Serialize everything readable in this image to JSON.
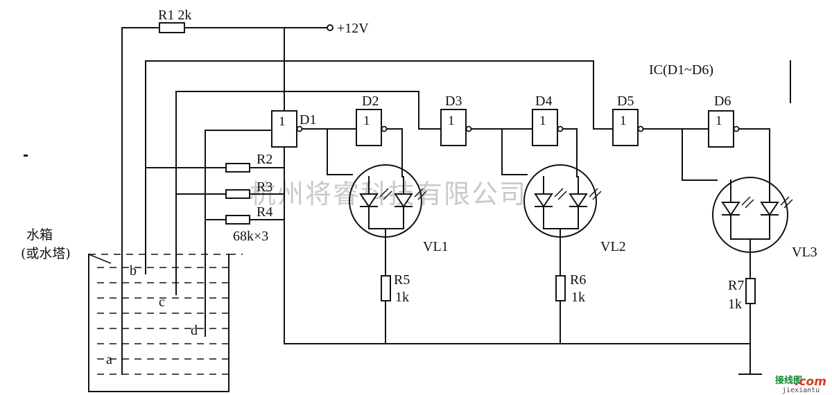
{
  "supply": "+12V",
  "ic_label": "IC(D1~D6)",
  "gates": [
    {
      "name": "D1",
      "symbol": "1"
    },
    {
      "name": "D2",
      "symbol": "1"
    },
    {
      "name": "D3",
      "symbol": "1"
    },
    {
      "name": "D4",
      "symbol": "1"
    },
    {
      "name": "D5",
      "symbol": "1"
    },
    {
      "name": "D6",
      "symbol": "1"
    }
  ],
  "resistors": {
    "r1": "R1 2k",
    "r2": "R2",
    "r3": "R3",
    "r4": "R4",
    "r234_value": "68k×3",
    "r5": "R5",
    "r5_value": "1k",
    "r6": "R6",
    "r6_value": "1k",
    "r7": "R7",
    "r7_value": "1k"
  },
  "leds": [
    "VL1",
    "VL2",
    "VL3"
  ],
  "tank": {
    "title_line1": "水箱",
    "title_line2": "(或水塔)",
    "probes": [
      "a",
      "b",
      "c",
      "d"
    ]
  },
  "watermark": "杭州将睿科技有限公司",
  "logo": {
    "cn": "接线图",
    "com": ".com",
    "url": "jiexiantu"
  }
}
